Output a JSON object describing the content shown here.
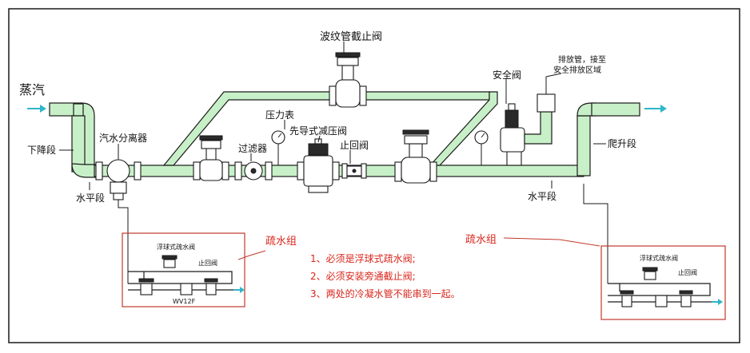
{
  "labels": {
    "steam": "蒸汽",
    "bellows_valve": "波纹管截止阀",
    "drain_pipe_note_1": "排放管，接至",
    "drain_pipe_note_2": "安全排放区域",
    "safety_valve": "安全阀",
    "pressure_gauge": "压力表",
    "pilot_reducer": "先导式减压阀",
    "separator": "汽水分离器",
    "strainer": "过滤器",
    "check_valve": "止回阀",
    "down_section": "下降段",
    "horizontal_left": "水平段",
    "horizontal_right": "水平段",
    "rising_section": "爬升段",
    "trap_group_left": "疏水组",
    "trap_group_right": "疏水组",
    "trap_left_float": "浮球式疏水阀",
    "trap_left_check": "止回阀",
    "trap_left_model": "WV12F",
    "trap_right_float": "浮球式疏水阀",
    "trap_right_check": "止回阀"
  },
  "notes": [
    "1、必须是浮球式疏水阀;",
    "2、必须安装旁通截止阀;",
    "3、两处的冷凝水管不能串到一起。"
  ],
  "colors": {
    "pipe_fill": "#c8f0c8",
    "accent_red": "#d9261c",
    "arrow_cyan": "#2fb6c9",
    "frame": "#1a1a1a"
  }
}
